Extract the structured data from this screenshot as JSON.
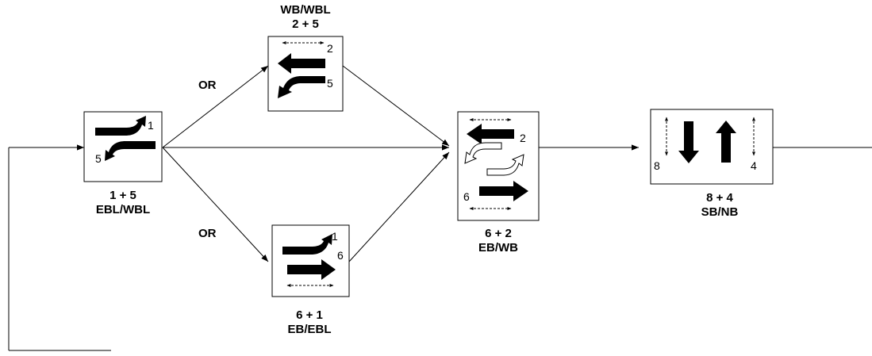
{
  "phases": {
    "p1_5": {
      "nums": [
        "1",
        "5"
      ],
      "combo": "1 + 5",
      "dir": "EBL/WBL"
    },
    "p2_5": {
      "nums": [
        "2",
        "5"
      ],
      "combo": "2 + 5",
      "dir": "WB/WBL"
    },
    "p6_1": {
      "nums": [
        "1",
        "6"
      ],
      "combo": "6 + 1",
      "dir": "EB/EBL"
    },
    "p6_2": {
      "nums": [
        "2",
        "6"
      ],
      "combo": "6 + 2",
      "dir": "EB/WB"
    },
    "p8_4": {
      "nums": [
        "8",
        "4"
      ],
      "combo": "8 + 4",
      "dir": "SB/NB"
    }
  },
  "or_labels": [
    "OR",
    "OR"
  ]
}
